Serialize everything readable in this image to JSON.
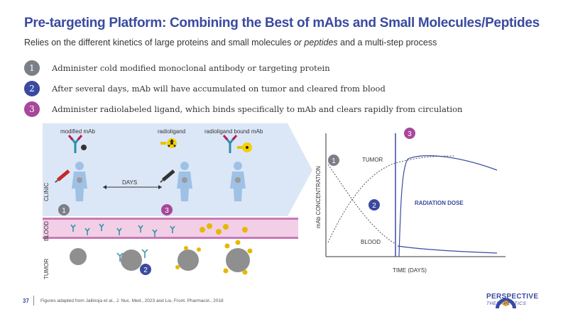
{
  "header": {
    "title": "Pre-targeting Platform: Combining the Best of mAbs and Small Molecules/Peptides",
    "subtitle_part1": "Relies on the different kinetics of large proteins and small molecules ",
    "subtitle_italic": "or peptides",
    "subtitle_part2": " and a multi-step process"
  },
  "steps": [
    {
      "number": "1",
      "text": "Administer cold modified monoclonal antibody or targeting protein",
      "color": "#7b7f87"
    },
    {
      "number": "2",
      "text": "After several days, mAb will have accumulated on tumor and cleared from blood",
      "color": "#3a4aa0"
    },
    {
      "number": "3",
      "text": "Administer radiolabeled ligand, which binds specifically to mAb and clears rapidly from circulation",
      "color": "#a8479b"
    }
  ],
  "diagram": {
    "label_modified_mab": "modified mAb",
    "label_radioligand": "radioligand",
    "label_bound_mab": "radioligand bound mAb",
    "label_days": "DAYS",
    "row_clinic": "CLINIC",
    "row_blood": "BLOOD",
    "row_tumor": "TUMOR",
    "badge_1": "1",
    "badge_2": "2",
    "badge_3": "3"
  },
  "chart": {
    "ylabel": "mAb CONCENTRATION",
    "xlabel": "TIME (DAYS)",
    "label_tumor": "TUMOR",
    "label_blood": "BLOOD",
    "label_radiation": "RADIATION DOSE",
    "badge_1": "1",
    "badge_2": "2",
    "badge_3": "3"
  },
  "footer": {
    "page_number": "37",
    "reference": "Figures adapted from Jallinoja et al., J. Nuc. Med., 2023 and Liu, Front. Pharmacol., 2018"
  },
  "logo": {
    "name": "PERSPECTIVE",
    "sub": "THERAPEUTICS"
  },
  "colors": {
    "brand_blue": "#3a4aa0",
    "step_gray": "#7b7f87",
    "step_magenta": "#a8479b",
    "panel_blue": "#dbe7f6",
    "blood_pink": "#f2cfe6"
  }
}
